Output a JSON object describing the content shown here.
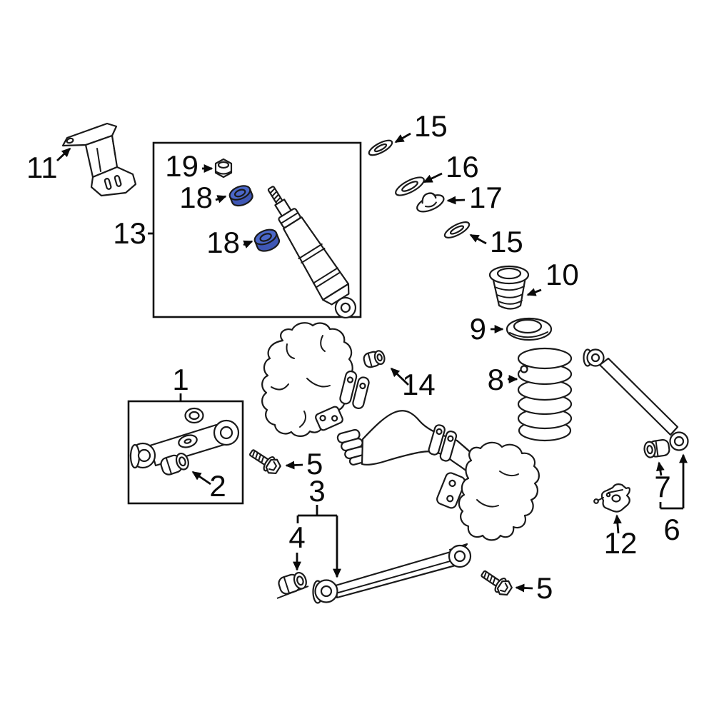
{
  "colors": {
    "background": "#ffffff",
    "line": "#1a1a1a",
    "label": "#0a0a0a",
    "highlight": "#4a67c8",
    "highlight_shade": "#3f57b5"
  },
  "highlighted_part_number": "18",
  "callouts": {
    "c1": {
      "text": "1"
    },
    "c2": {
      "text": "2"
    },
    "c3": {
      "text": "3"
    },
    "c4": {
      "text": "4"
    },
    "c5a": {
      "text": "5"
    },
    "c5b": {
      "text": "5"
    },
    "c6": {
      "text": "6"
    },
    "c7": {
      "text": "7"
    },
    "c8": {
      "text": "8"
    },
    "c9": {
      "text": "9"
    },
    "c10": {
      "text": "10"
    },
    "c11": {
      "text": "11"
    },
    "c12": {
      "text": "12"
    },
    "c13": {
      "text": "13"
    },
    "c14": {
      "text": "14"
    },
    "c15a": {
      "text": "15"
    },
    "c15b": {
      "text": "15"
    },
    "c16": {
      "text": "16"
    },
    "c17": {
      "text": "17"
    },
    "c18a": {
      "text": "18"
    },
    "c18b": {
      "text": "18"
    },
    "c19": {
      "text": "19"
    }
  }
}
